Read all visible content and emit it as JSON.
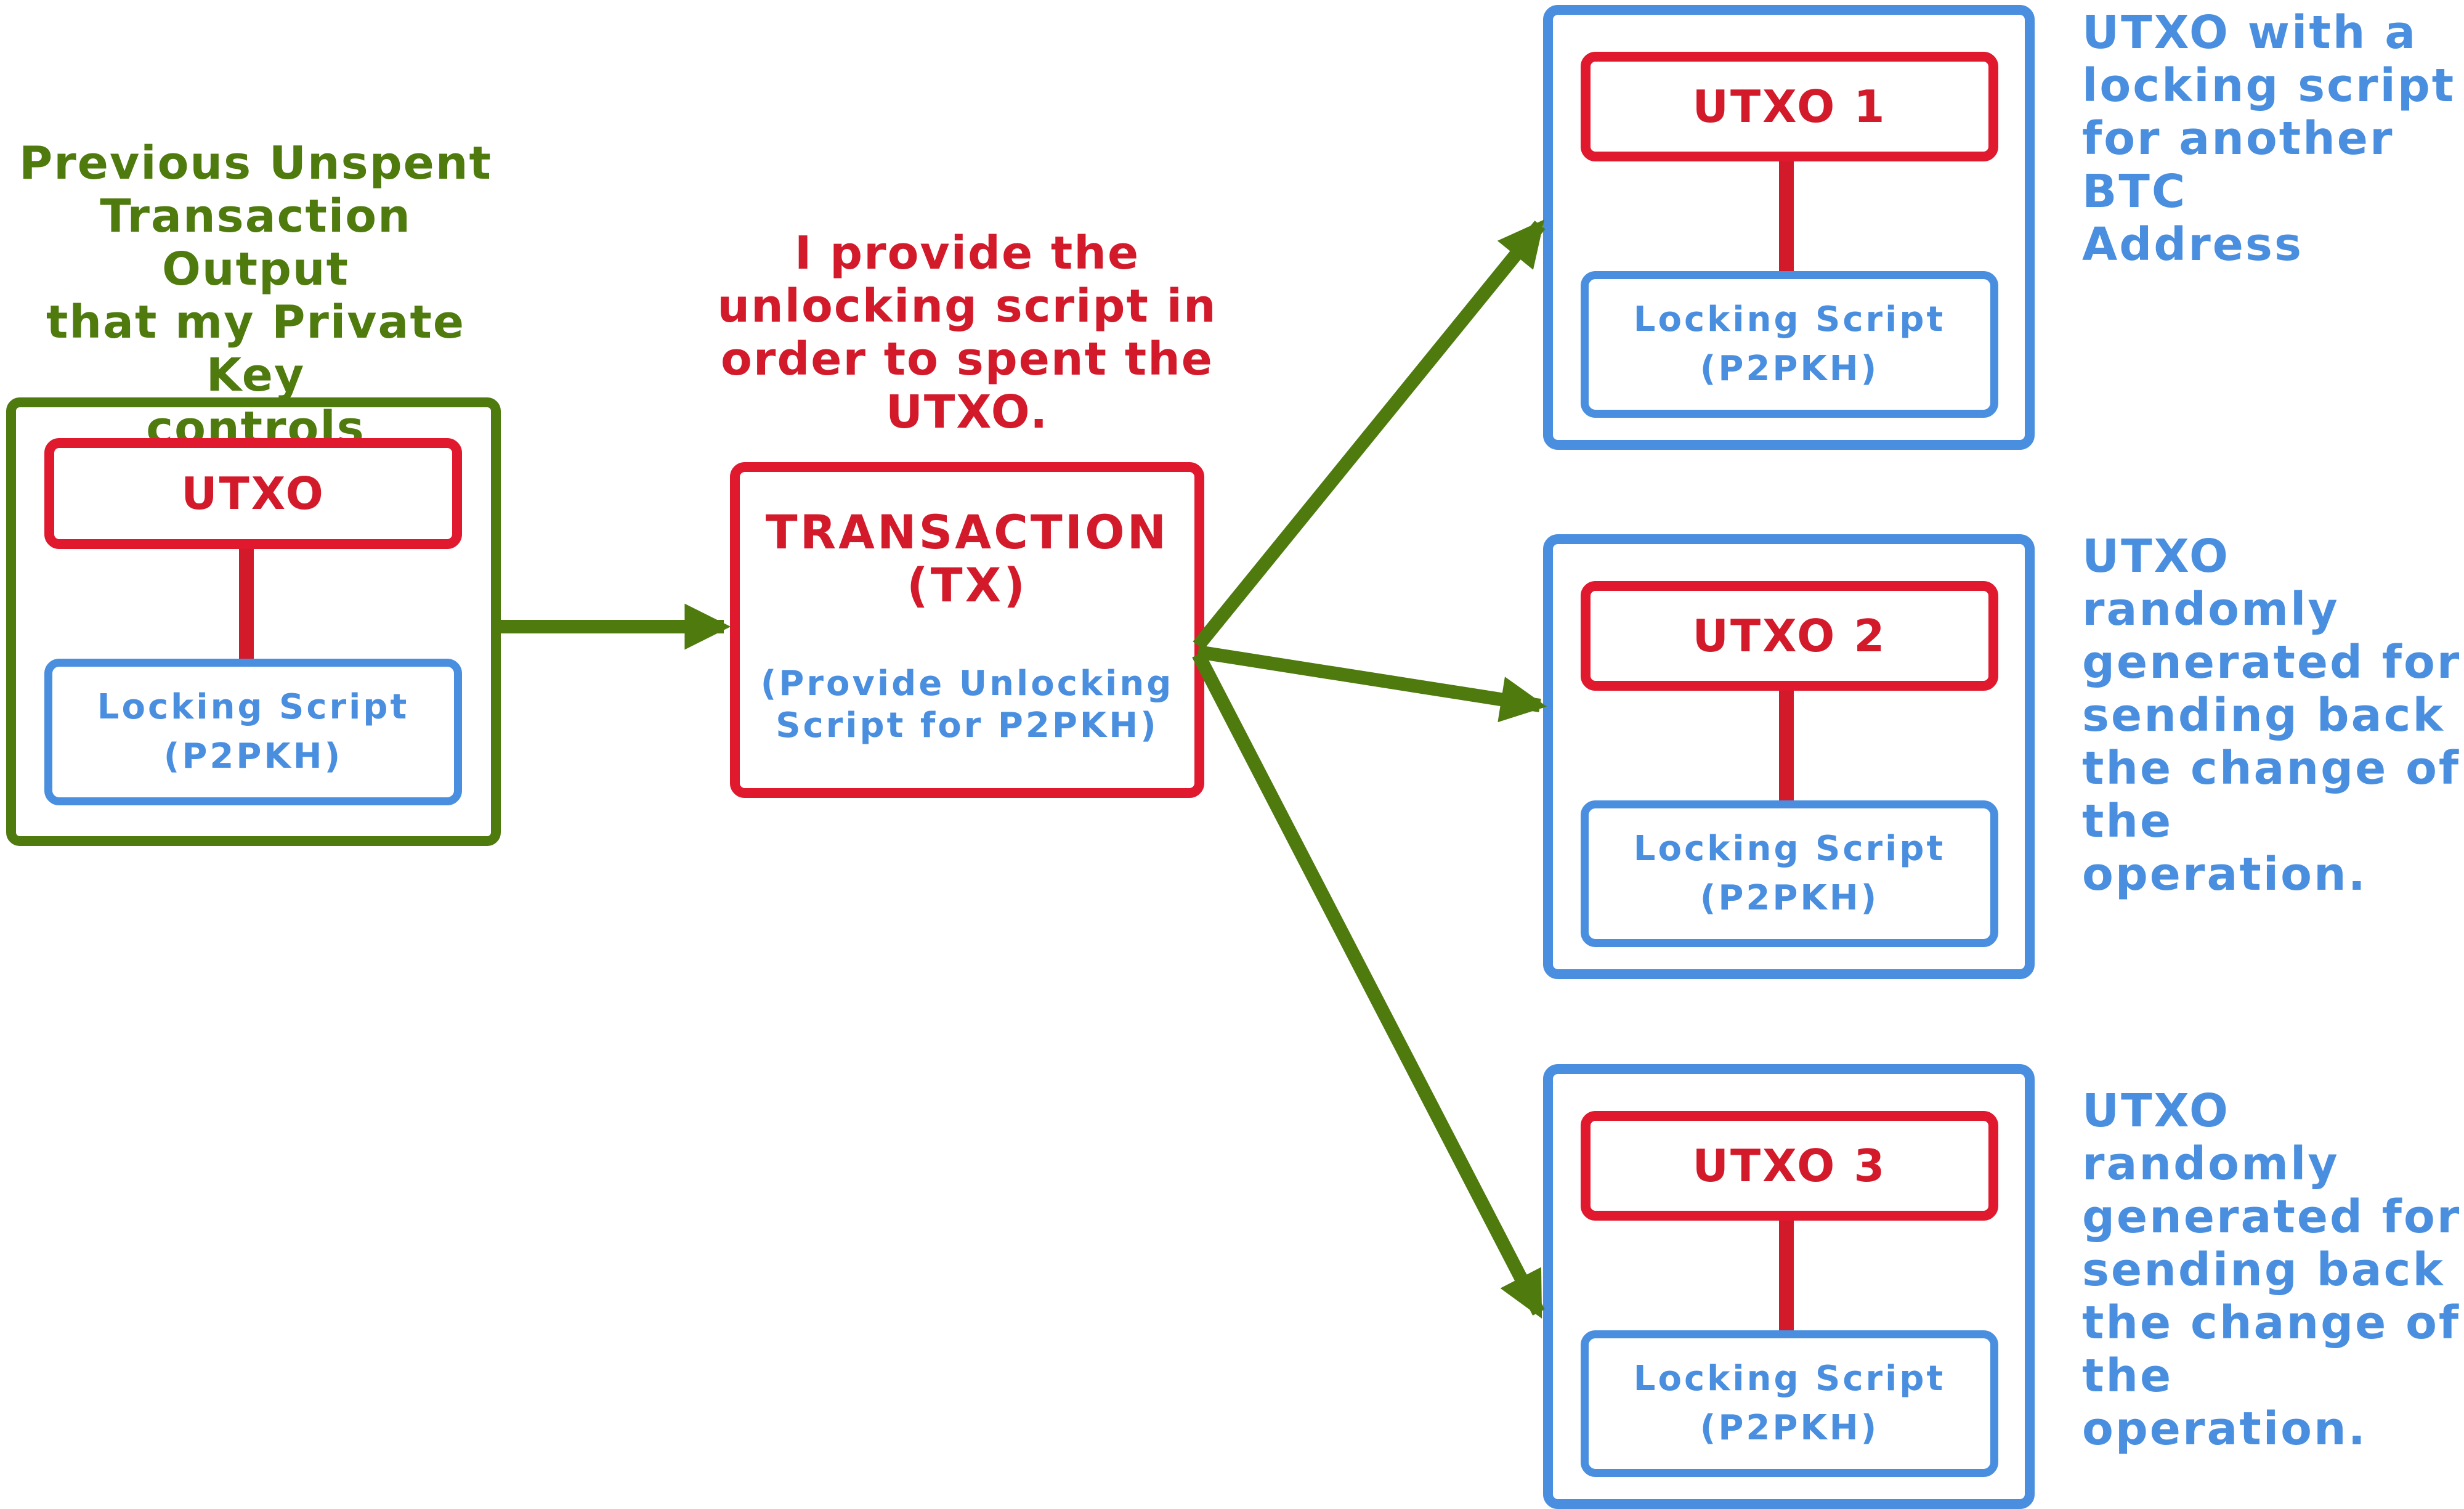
{
  "source": {
    "caption_lines": [
      "Previous Unspent",
      "Transaction Output",
      "that my Private Key",
      "controls"
    ],
    "utxo_label": "UTXO",
    "locking_script": [
      "Locking Script",
      "(P2PKH)"
    ]
  },
  "transaction": {
    "caption_lines": [
      "I provide the",
      "unlocking script in",
      "order to spent the",
      "UTXO."
    ],
    "title_lines": [
      "TRANSACTION",
      "(TX)"
    ],
    "subtitle_lines": [
      "(Provide Unlocking",
      "Script for P2PKH)"
    ]
  },
  "outputs": [
    {
      "utxo_label": "UTXO 1",
      "locking_script": [
        "Locking Script",
        "(P2PKH)"
      ],
      "note_lines": [
        "UTXO with a",
        "locking script",
        "for another BTC",
        "Address"
      ]
    },
    {
      "utxo_label": "UTXO 2",
      "locking_script": [
        "Locking Script",
        "(P2PKH)"
      ],
      "note_lines": [
        "UTXO randomly",
        "generated for",
        "sending back",
        "the change of",
        "the operation."
      ]
    },
    {
      "utxo_label": "UTXO 3",
      "locking_script": [
        "Locking Script",
        "(P2PKH)"
      ],
      "note_lines": [
        "UTXO randomly",
        "generated for",
        "sending back",
        "the change of",
        "the operation."
      ]
    }
  ],
  "colors": {
    "green": "#4e7a0e",
    "red": "#d21a2b",
    "blue": "#4a8fdf"
  }
}
